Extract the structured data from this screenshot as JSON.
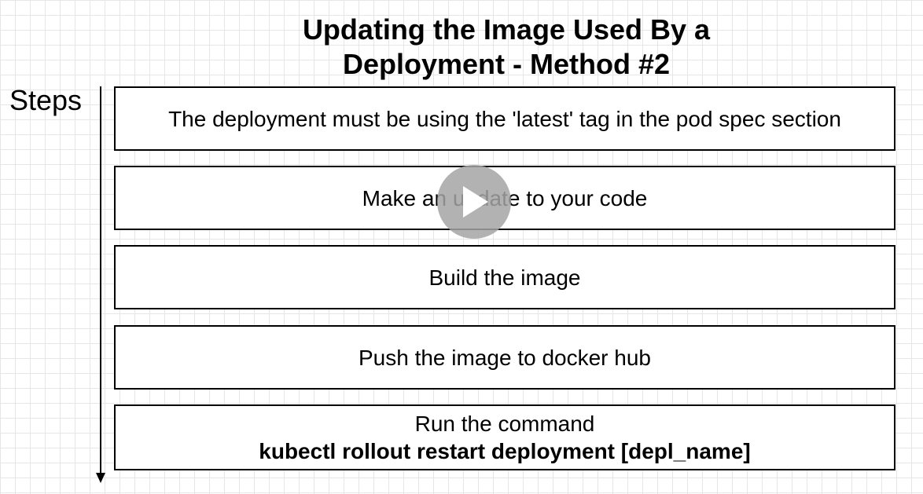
{
  "title": {
    "line1": "Updating the Image Used By a",
    "line2": "Deployment - Method #2"
  },
  "steps_label": "Steps",
  "steps": [
    {
      "text": "The deployment must be using the 'latest' tag in the pod spec section"
    },
    {
      "text": "Make an update to your code"
    },
    {
      "text": "Build the image"
    },
    {
      "text": "Push the image to docker hub"
    },
    {
      "text": "Run the command",
      "command": "kubectl rollout restart deployment [depl_name]"
    }
  ],
  "overlay": {
    "icon": "play-icon",
    "color": "#a5a5a5"
  }
}
